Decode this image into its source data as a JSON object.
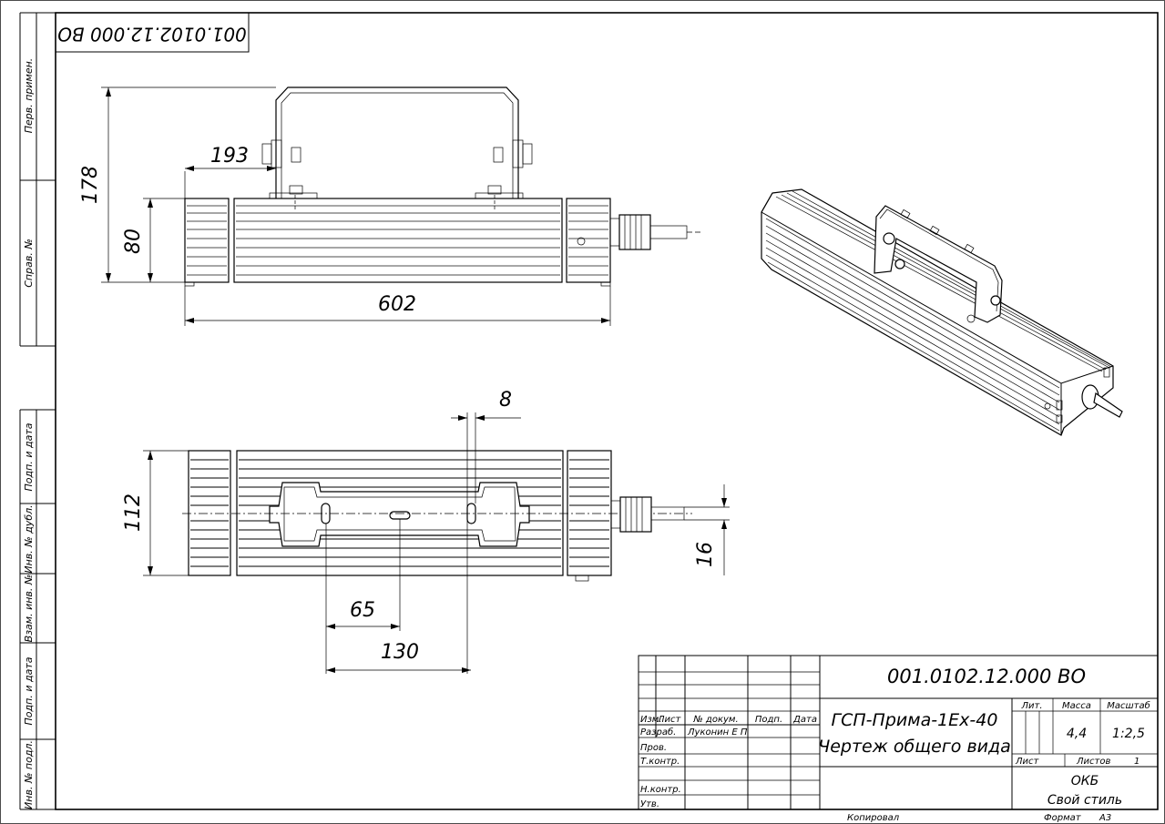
{
  "stamp": {
    "designation_mirrored": "001.0102.12.000 ВО",
    "designation": "001.0102.12.000 ВО",
    "product": "ГСП-Прима-1Ex-40",
    "doc_type": "Чертеж общего вида",
    "headers": {
      "izm": "Изм.",
      "list": "Лист",
      "docnum": "№ докум.",
      "podp": "Подп.",
      "data": "Дата"
    },
    "roles": {
      "razrab": "Разраб.",
      "prov": "Пров.",
      "tkontr": "Т.контр.",
      "nkontr": "Н.контр.",
      "utv": "Утв."
    },
    "developer": "Луконин Е П",
    "lit_label": "Лит.",
    "mass_label": "Масса",
    "scale_label": "Масштаб",
    "mass": "4,4",
    "scale": "1:2,5",
    "sheet_label": "Лист",
    "sheets_label": "Листов",
    "sheets": "1",
    "org1": "ОКБ",
    "org2": "Свой стиль",
    "copied": "Копировал",
    "format_label": "Формат",
    "format": "А3"
  },
  "side_labels": {
    "perv": "Перв. примен.",
    "sprav": "Справ. №",
    "podp1": "Подп. и дата",
    "inv_dubl": "Инв. № дубл.",
    "vzam": "Взам. инв. №",
    "podp2": "Подп. и дата",
    "inv_podl": "Инв. № подл."
  },
  "dimensions": {
    "d193": "193",
    "d178": "178",
    "d80": "80",
    "d602": "602",
    "d8": "8",
    "d112": "112",
    "d16": "16",
    "d65": "65",
    "d130": "130"
  }
}
